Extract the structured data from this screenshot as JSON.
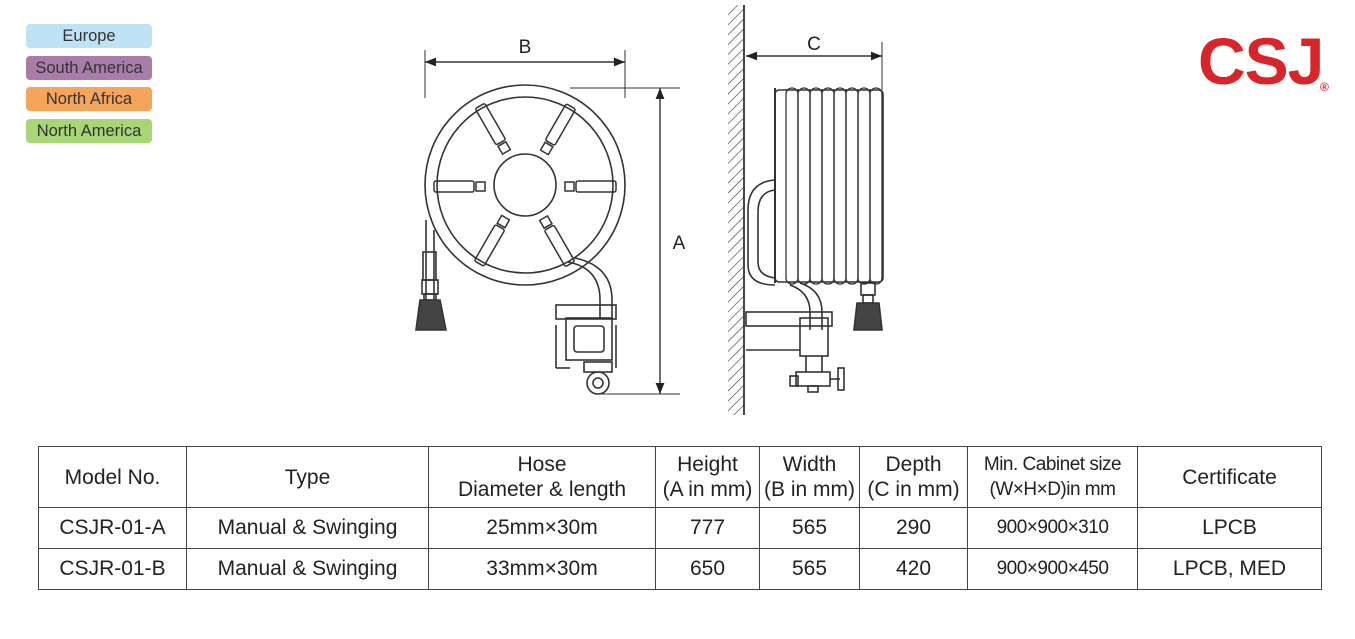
{
  "regions": [
    {
      "label": "Europe",
      "color": "#bfe3f5"
    },
    {
      "label": "South America",
      "color": "#a97da9"
    },
    {
      "label": "North Africa",
      "color": "#f5a55b"
    },
    {
      "label": "North America",
      "color": "#a8d576"
    }
  ],
  "logo": {
    "text": "CSJ",
    "mark": "®",
    "color": "#d9242a"
  },
  "drawing": {
    "label_a": "A",
    "label_b": "B",
    "label_c": "C"
  },
  "table": {
    "headers": [
      {
        "line1": "Model No.",
        "line2": ""
      },
      {
        "line1": "Type",
        "line2": ""
      },
      {
        "line1": "Hose",
        "line2": "Diameter & length"
      },
      {
        "line1": "Height",
        "line2": "(A in mm)"
      },
      {
        "line1": "Width",
        "line2": "(B in mm)"
      },
      {
        "line1": "Depth",
        "line2": "(C in mm)"
      },
      {
        "line1": "Min. Cabinet size",
        "line2": "(W×H×D)in mm"
      },
      {
        "line1": "Certificate",
        "line2": ""
      }
    ],
    "rows": [
      {
        "model": "CSJR-01-A",
        "type": "Manual & Swinging",
        "hose": "25mm×30m",
        "height": "777",
        "width": "565",
        "depth": "290",
        "cabinet": "900×900×310",
        "certificate": "LPCB"
      },
      {
        "model": "CSJR-01-B",
        "type": "Manual & Swinging",
        "hose": "33mm×30m",
        "height": "650",
        "width": "565",
        "depth": "420",
        "cabinet": "900×900×450",
        "certificate": "LPCB, MED"
      }
    ]
  }
}
